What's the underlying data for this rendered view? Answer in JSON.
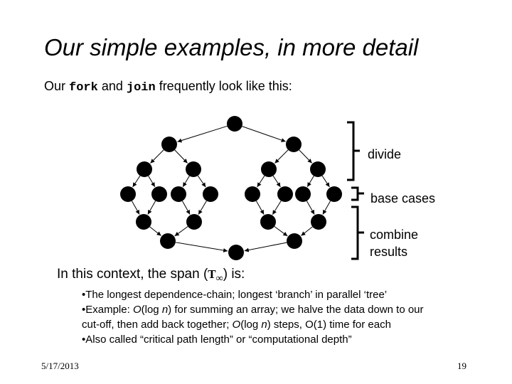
{
  "slide": {
    "title": "Our simple examples, in more detail",
    "intro": {
      "prefix": "Our ",
      "code1": "fork",
      "mid": " and ",
      "code2": "join",
      "suffix": " frequently look like this:"
    },
    "labels": {
      "divide": "divide",
      "base_cases": "base cases",
      "combine_line1": "combine",
      "combine_line2": "results"
    },
    "span": {
      "prefix": "In this context, the span (",
      "symbol": "T",
      "subscript": "∞",
      "suffix": ") is:"
    },
    "bullets": {
      "b1": "•The longest dependence-chain; longest ‘branch’ in parallel ‘tree’",
      "b2_l1_a": "•Example: ",
      "b2_l1_o": "O",
      "b2_l1_b": "(log ",
      "b2_l1_n": "n",
      "b2_l1_c": ") for summing an array; we halve the data down to our",
      "b2_l2_a": "cut-off, then add back together; ",
      "b2_l2_o": "O",
      "b2_l2_b": "(log ",
      "b2_l2_n": "n",
      "b2_l2_c": ") steps, O(1) time for each",
      "b3": "•Also called “critical path length” or “computational depth”"
    },
    "footer": {
      "date": "5/17/2013",
      "page": "19"
    }
  }
}
